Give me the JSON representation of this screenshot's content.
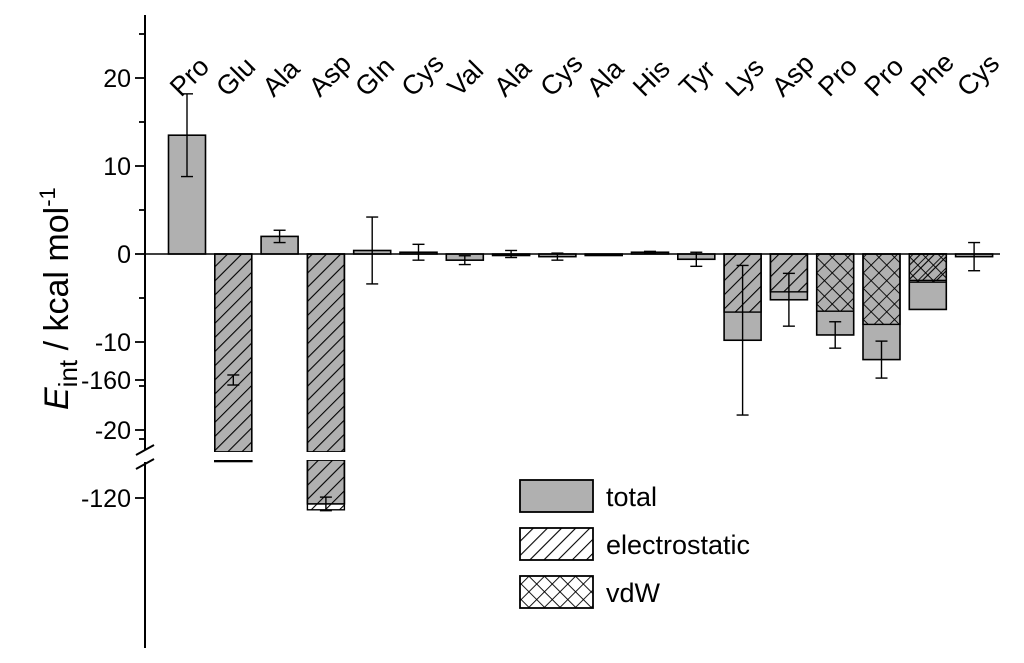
{
  "chart_data": {
    "type": "bar",
    "title": "",
    "xlabel": "",
    "ylabel": {
      "main": "E",
      "subscript": "int",
      "rest": " / kcal mol",
      "superscript": "-1"
    },
    "axis_break": {
      "upper_segment": [
        -22,
        27
      ],
      "lower_segment": [
        -162,
        -111
      ]
    },
    "y_ticks": {
      "upper": [
        "20",
        "10",
        "0",
        "-10",
        "-20"
      ],
      "lower": [
        "-120",
        "-160"
      ]
    },
    "categories": [
      "Pro",
      "Glu",
      "Ala",
      "Asp",
      "Gln",
      "Cys",
      "Val",
      "Ala",
      "Cys",
      "Ala",
      "His",
      "Tyr",
      "Lys",
      "Asp",
      "Pro",
      "Pro",
      "Phe",
      "Cys"
    ],
    "series": [
      {
        "name": "total",
        "pattern": "solid",
        "values": [
          13.5,
          -160,
          2.0,
          -118,
          0.4,
          0.2,
          -0.7,
          0.0,
          -0.3,
          0.0,
          0.2,
          -0.6,
          -9.8,
          -5.2,
          -9.2,
          -12.0,
          -6.3,
          -0.3
        ],
        "errors": [
          4.7,
          1.7,
          0.7,
          2.3,
          3.8,
          0.9,
          0.5,
          0.4,
          0.4,
          0.0,
          0.1,
          0.8,
          8.5,
          3.0,
          1.5,
          2.1,
          0.0,
          1.6
        ]
      },
      {
        "name": "electrostatic",
        "pattern": "hatched",
        "values": [
          0,
          -158,
          0,
          -116,
          0,
          0,
          0,
          0,
          0,
          0,
          0,
          0,
          -6.6,
          -4.3,
          0,
          0,
          -3.0,
          0
        ]
      },
      {
        "name": "vdW",
        "pattern": "crosshatched",
        "values": [
          0,
          0,
          0,
          0,
          0,
          0,
          0,
          0,
          0,
          0,
          0,
          0,
          0,
          0,
          -6.5,
          -8.0,
          -3.2,
          0
        ]
      }
    ],
    "legend": {
      "position": "bottom-right",
      "entries": [
        "total",
        "electrostatic",
        "vdW"
      ]
    },
    "grid": false,
    "colors": {
      "bar_fill": "#b0b0b0",
      "edge": "#000000",
      "background": "#ffffff"
    }
  }
}
